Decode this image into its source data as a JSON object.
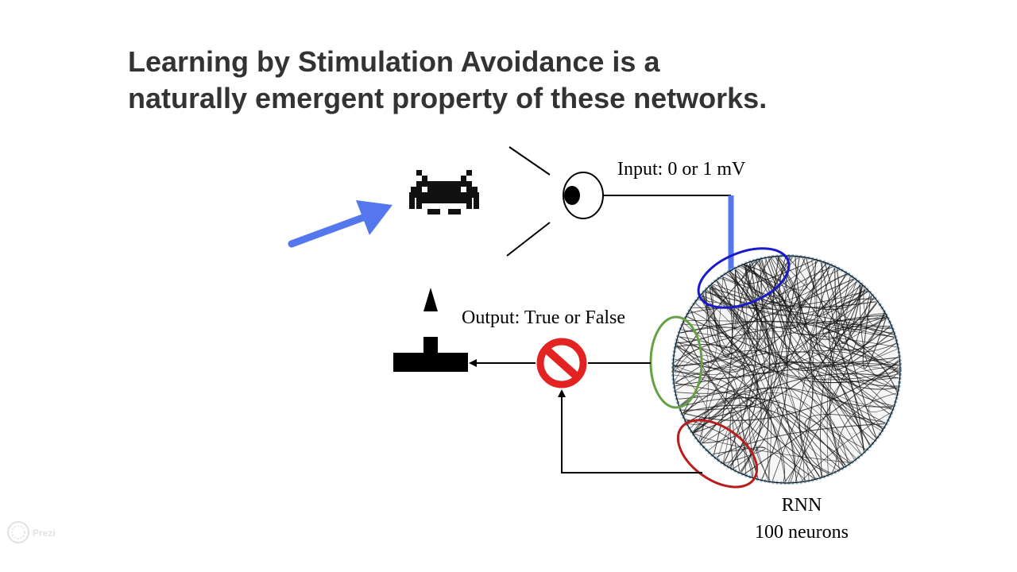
{
  "slide": {
    "title_line1": "Learning by Stimulation Avoidance is a",
    "title_line2": "naturally emergent property of these networks."
  },
  "diagram": {
    "input_label": "Input: 0 or 1 mV",
    "output_label": "Output: True or False",
    "rnn_label": "RNN",
    "neurons_label": "100 neurons",
    "icons": [
      "space-invader-icon",
      "eye-icon",
      "cannon-icon",
      "no-symbol-icon"
    ],
    "colors": {
      "arrow_blue": "#5577ee",
      "input_ellipse": "#1a1acc",
      "output_ellipse": "#66a045",
      "feedback_ellipse": "#bb1c1c",
      "stop_red": "#e32222"
    }
  },
  "watermark": {
    "text": "Prezi"
  }
}
